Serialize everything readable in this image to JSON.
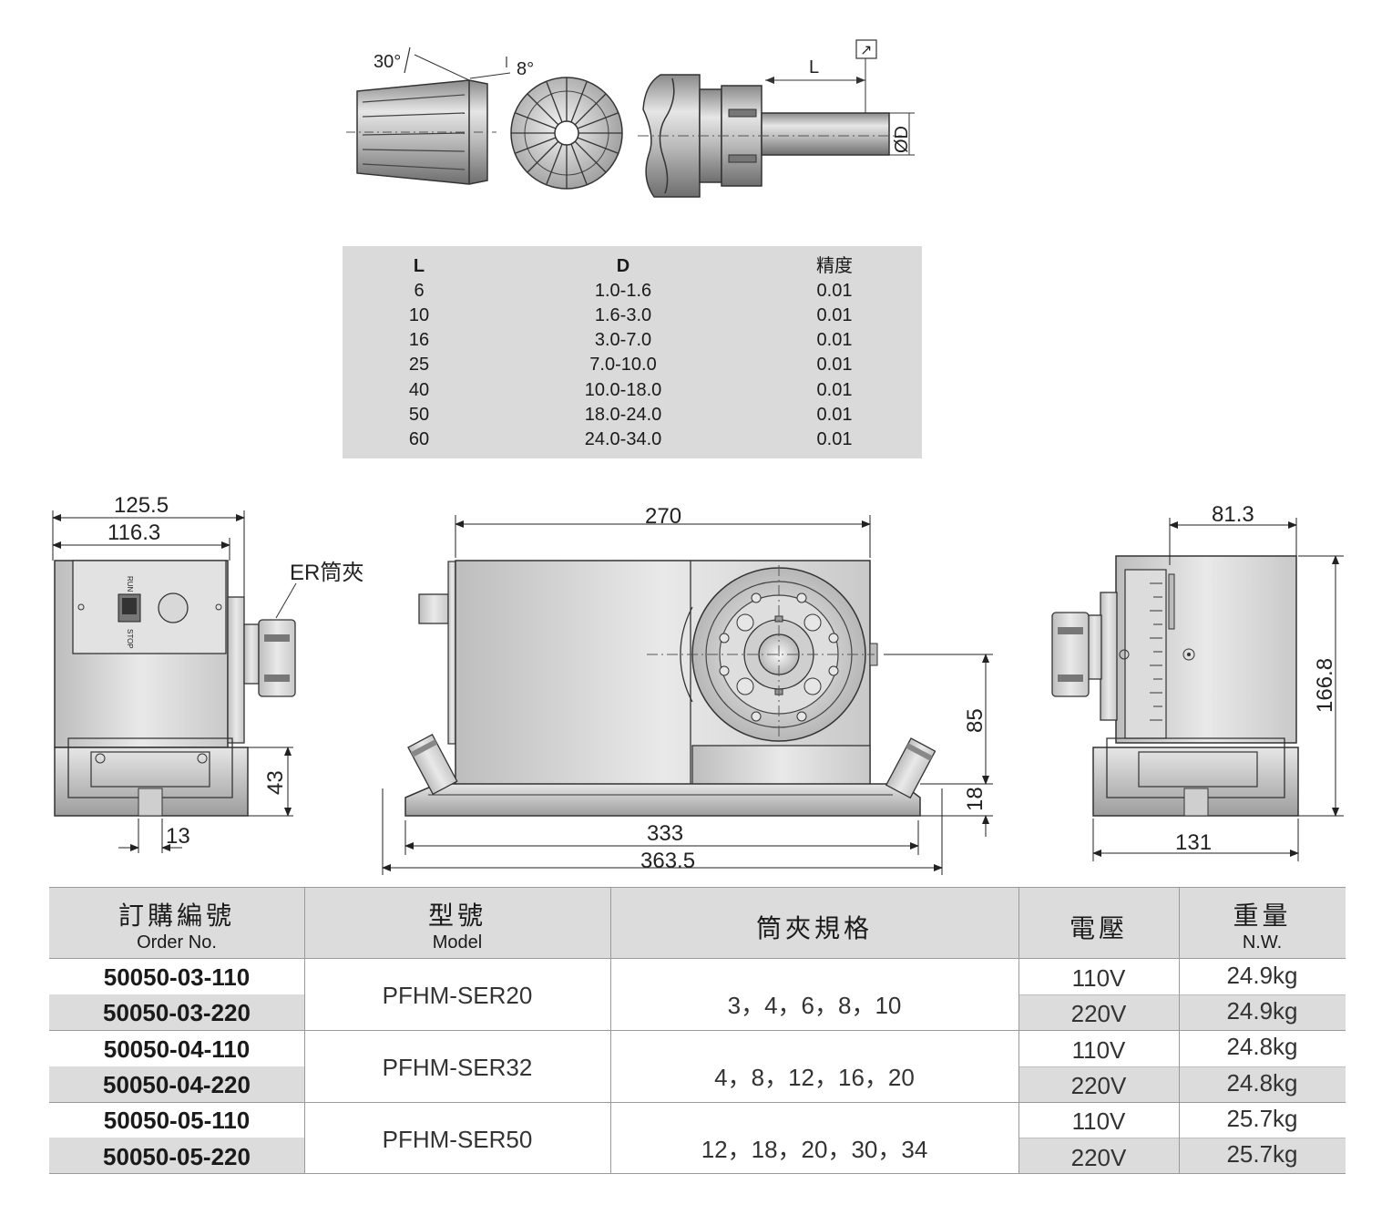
{
  "collet_diagram": {
    "angle_30": "30°",
    "angle_8": "8°",
    "dim_L": "L",
    "dim_D": "ØD",
    "runout_symbol": "↗"
  },
  "spec_table": {
    "headers": [
      "L",
      "D",
      "精度"
    ],
    "rows": [
      [
        "6",
        "1.0-1.6",
        "0.01"
      ],
      [
        "10",
        "1.6-3.0",
        "0.01"
      ],
      [
        "16",
        "3.0-7.0",
        "0.01"
      ],
      [
        "25",
        "7.0-10.0",
        "0.01"
      ],
      [
        "40",
        "10.0-18.0",
        "0.01"
      ],
      [
        "50",
        "18.0-24.0",
        "0.01"
      ],
      [
        "60",
        "24.0-34.0",
        "0.01"
      ]
    ]
  },
  "drawing": {
    "front": {
      "dim_width_outer": "125.5",
      "dim_width_inner": "116.3",
      "collet_label": "ER筒夾",
      "dim_height": "43",
      "dim_slot": "13",
      "switch_run": "RUN",
      "switch_stop": "STOP"
    },
    "side": {
      "dim_top": "270",
      "dim_center_height": "85",
      "dim_base_height": "18",
      "dim_base_inner": "333",
      "dim_base_outer": "363.5"
    },
    "right": {
      "dim_depth": "81.3",
      "dim_height": "166.8",
      "dim_base": "131"
    }
  },
  "order_table": {
    "headers": {
      "order_cn": "訂購編號",
      "order_en": "Order No.",
      "model_cn": "型號",
      "model_en": "Model",
      "collet_cn": "筒夾規格",
      "voltage_cn": "電壓",
      "weight_cn": "重量",
      "weight_en": "N.W."
    },
    "rows": [
      {
        "order": "50050-03-110",
        "voltage": "110V",
        "weight": "24.9kg"
      },
      {
        "order": "50050-03-220",
        "voltage": "220V",
        "weight": "24.9kg"
      },
      {
        "order": "50050-04-110",
        "voltage": "110V",
        "weight": "24.8kg"
      },
      {
        "order": "50050-04-220",
        "voltage": "220V",
        "weight": "24.8kg"
      },
      {
        "order": "50050-05-110",
        "voltage": "110V",
        "weight": "25.7kg"
      },
      {
        "order": "50050-05-220",
        "voltage": "220V",
        "weight": "25.7kg"
      }
    ],
    "groups": [
      {
        "model": "PFHM-SER20",
        "collets": "3，4，6，8，10"
      },
      {
        "model": "PFHM-SER32",
        "collets": "4，8，12，16，20"
      },
      {
        "model": "PFHM-SER50",
        "collets": "12，18，20，30，34"
      }
    ]
  }
}
